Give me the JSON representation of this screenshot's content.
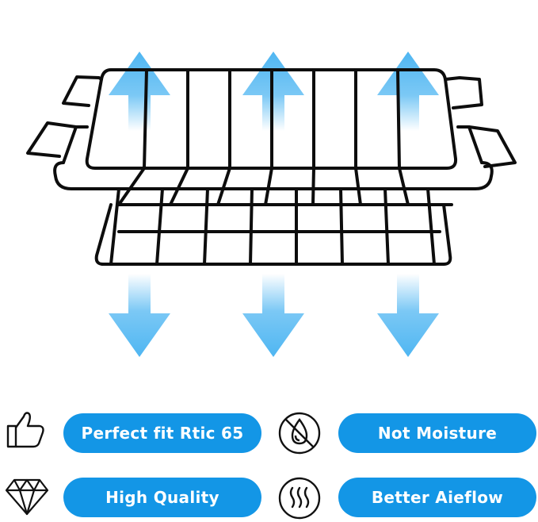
{
  "colors": {
    "pill": "#1396e6",
    "arrow": "#4fb6f2",
    "wire": "#0d0d0d",
    "pill_text": "#ffffff"
  },
  "product": {
    "item": "wire-basket",
    "arrow_directions": [
      "up",
      "up",
      "up",
      "down",
      "down",
      "down"
    ]
  },
  "features": [
    {
      "icon": "thumbs-up-icon",
      "label": "Perfect fit Rtic 65"
    },
    {
      "icon": "no-moisture-icon",
      "label": "Not Moisture"
    },
    {
      "icon": "diamond-icon",
      "label": "High Quality"
    },
    {
      "icon": "airflow-icon",
      "label": "Better Aieflow"
    }
  ]
}
